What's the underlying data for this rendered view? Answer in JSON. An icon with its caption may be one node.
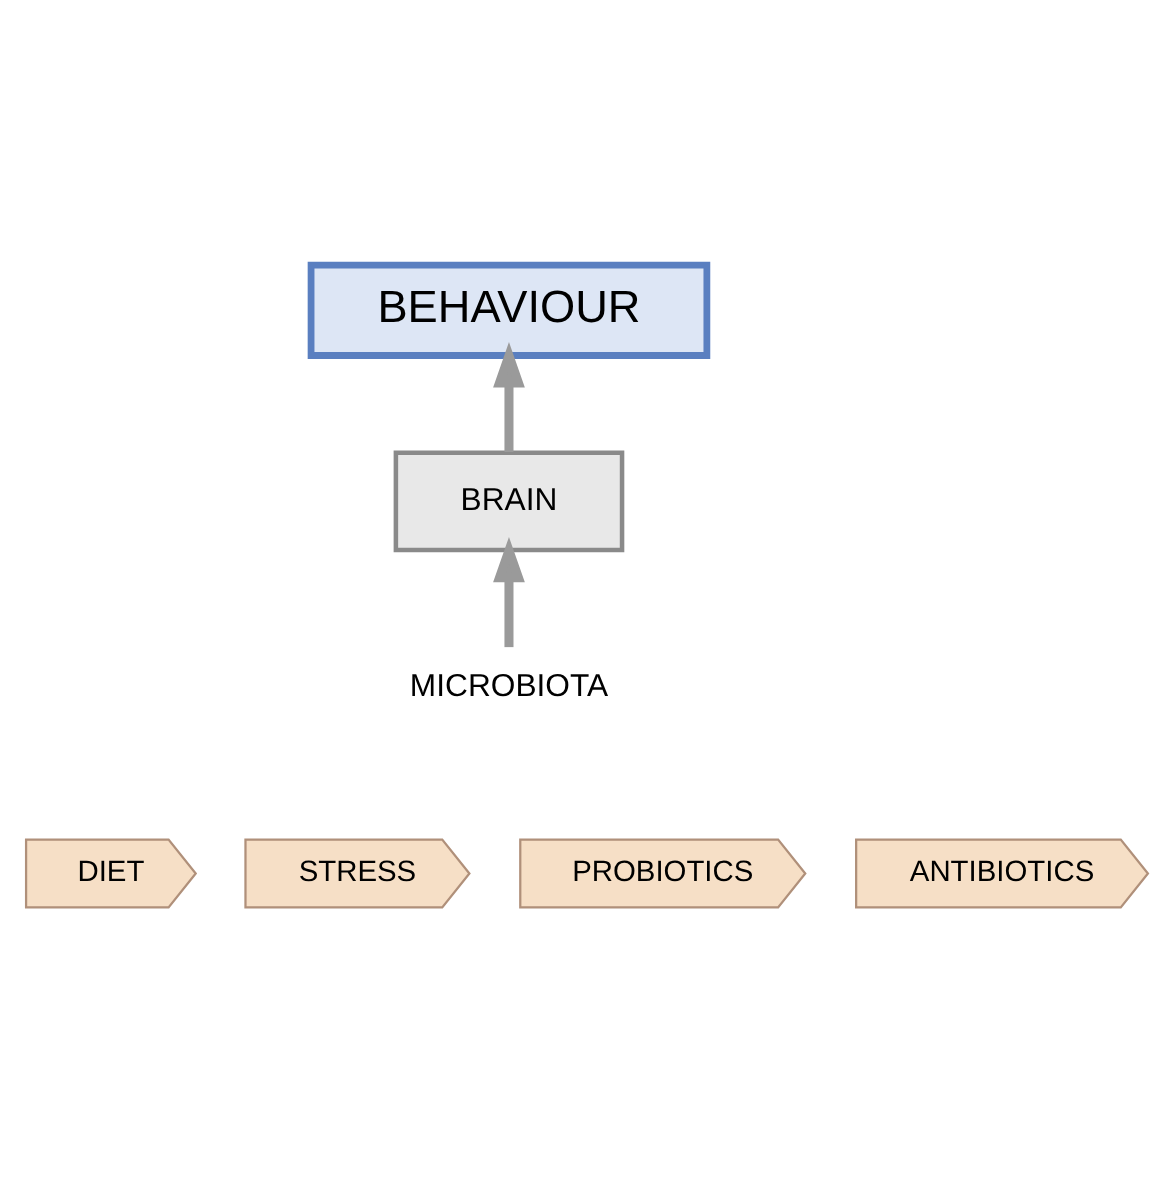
{
  "diagram": {
    "nodes": [
      {
        "text": [
          "BEHAVIOUR"
        ]
      },
      {
        "text": [
          "BRAIN"
        ]
      },
      {
        "text": [
          "MICROBIOTA"
        ]
      },
      {
        "text": [
          "DIET"
        ]
      },
      {
        "text": [
          "STRESS"
        ]
      },
      {
        "text": [
          "PROBIOTICS"
        ]
      },
      {
        "text": [
          "ANTIBIOTICS"
        ]
      }
    ],
    "edges": [
      {
        "from": 1,
        "to": 0,
        "arrow": "to",
        "color": "#9a9a9a"
      },
      {
        "from": 2,
        "to": 1,
        "arrow": "to",
        "color": "#9a9a9a"
      }
    ]
  }
}
